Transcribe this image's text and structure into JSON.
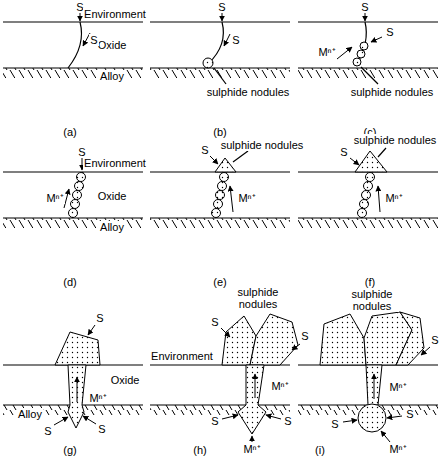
{
  "diagram": {
    "labels": [
      "S",
      "Environment",
      "Oxide",
      "Alloy",
      "S",
      "(a)",
      "S",
      "S",
      "sulphide nodules",
      "(b)",
      "S",
      "S",
      "Mⁿ⁺",
      "sulphide nodules",
      "(c)",
      "S",
      "Environment",
      "Oxide",
      "Alloy",
      "Mⁿ⁺",
      "(d)",
      "sulphide nodules",
      "S",
      "Mⁿ⁺",
      "(e)",
      "sulphide nodules",
      "S",
      "Mⁿ⁺",
      "(f)",
      "S",
      "Environment",
      "Oxide",
      "Alloy",
      "Mⁿ⁺",
      "S",
      "S",
      "(g)",
      "sulphide nodules",
      "S",
      "S",
      "Mⁿ⁺",
      "S",
      "Mⁿ⁺",
      "S",
      "(h)",
      "sulphide nodules",
      "S",
      "Mⁿ⁺",
      "S",
      "Mⁿ⁺",
      "S",
      "(i)"
    ]
  }
}
